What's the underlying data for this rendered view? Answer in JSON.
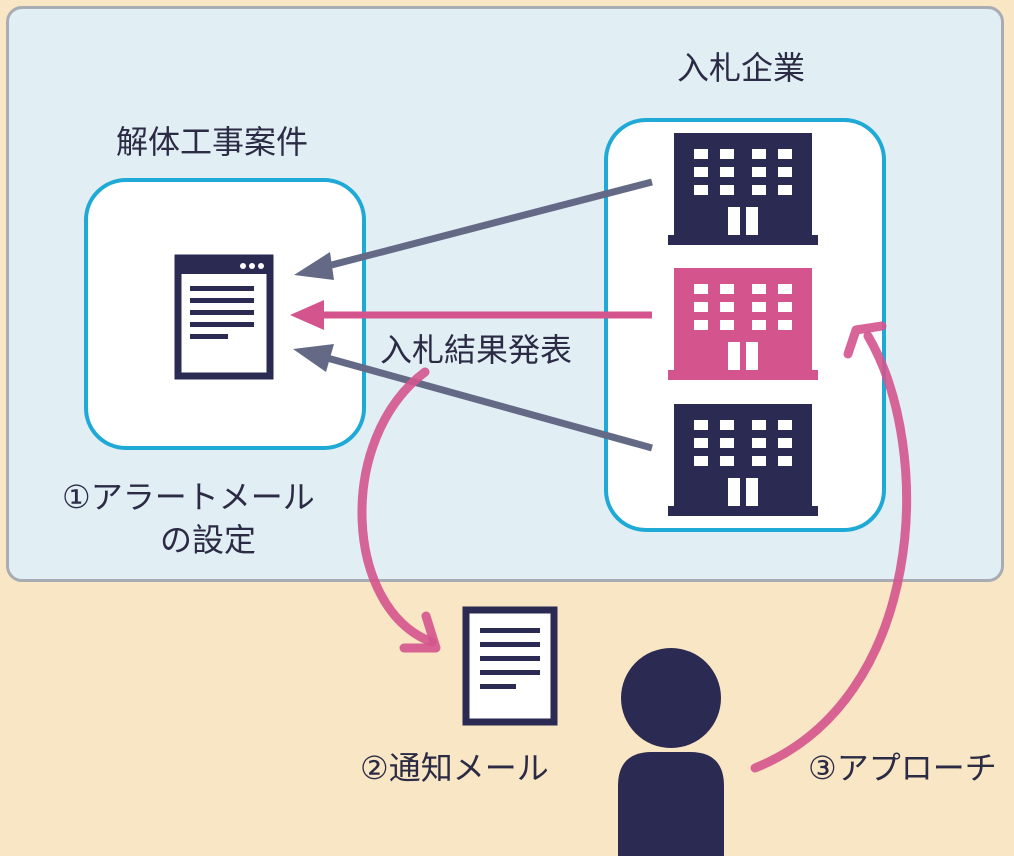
{
  "diagram": {
    "project_label": "解体工事案件",
    "bidders_label": "入札企業",
    "result_label": "入札結果発表",
    "alert_label_line1": "①アラートメール",
    "alert_label_line2": "の設定",
    "notify_label": "②通知メール",
    "approach_label": "③アプローチ"
  },
  "colors": {
    "panel_bg": "#e1eef4",
    "page_bg": "#f9e6c4",
    "box_border": "#1ea9d6",
    "navy": "#2a2a52",
    "pink": "#d4548e",
    "gray_arrow": "#646a86"
  },
  "icons": [
    "document-window-icon",
    "building-icon",
    "mail-document-icon",
    "person-icon"
  ]
}
